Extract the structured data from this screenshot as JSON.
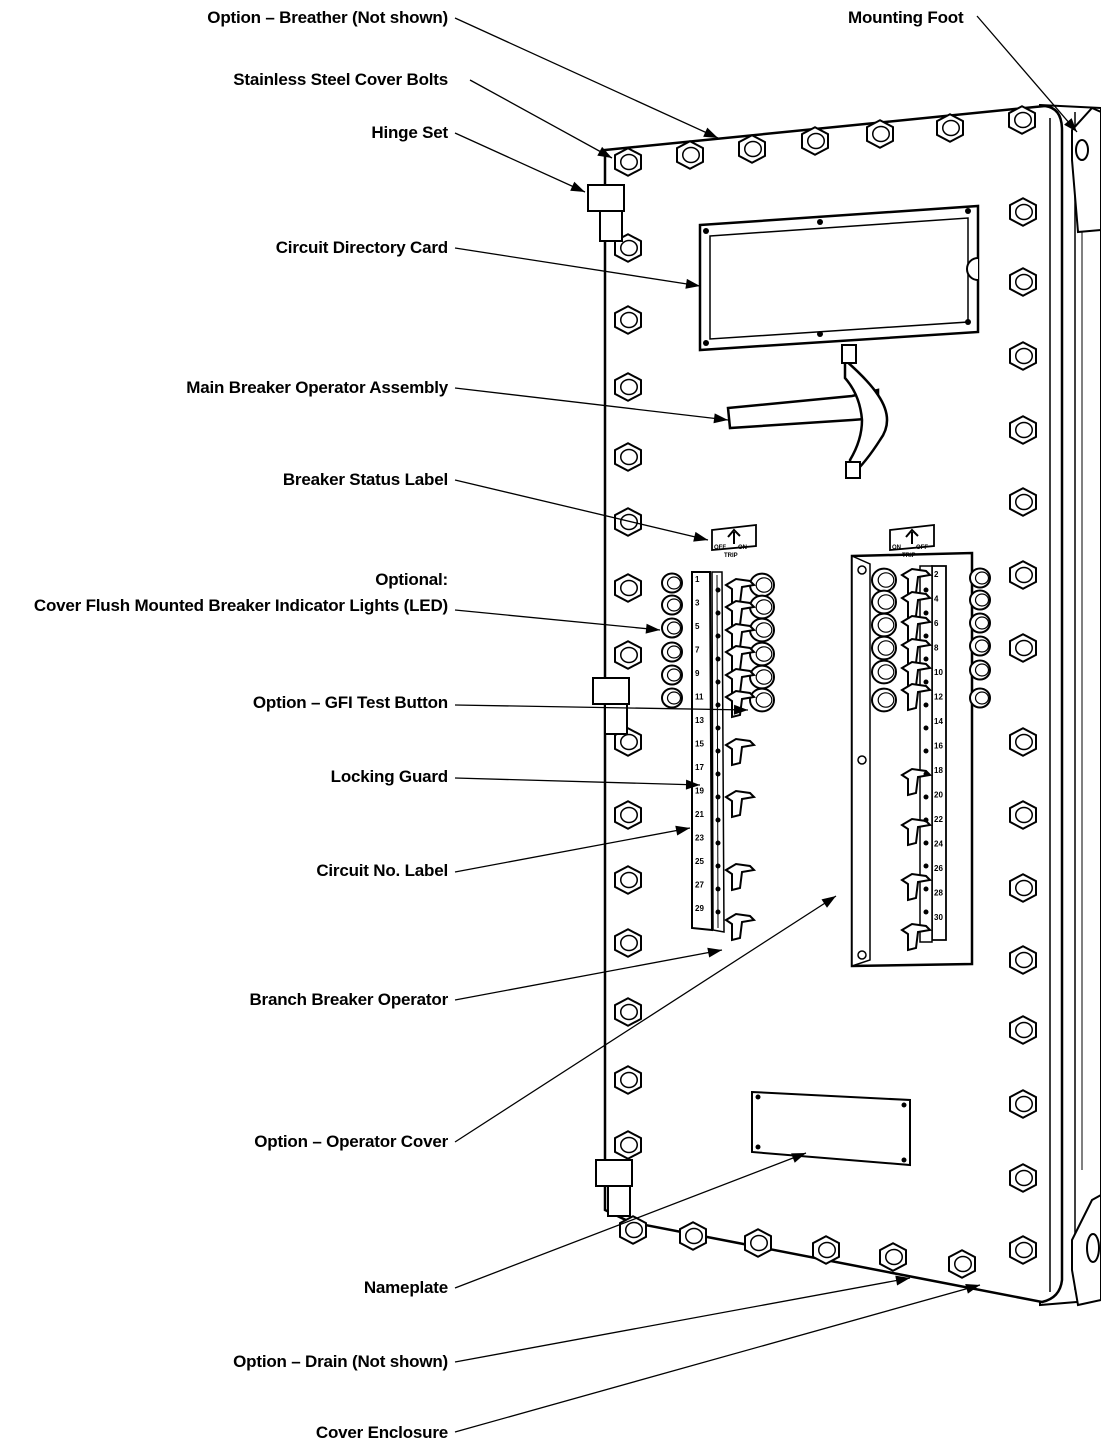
{
  "labels": {
    "breather": "Option – Breather (Not shown)",
    "cover_bolts": "Stainless Steel Cover Bolts",
    "hinge_set": "Hinge Set",
    "directory_card": "Circuit Directory Card",
    "main_breaker": "Main Breaker Operator Assembly",
    "status_label": "Breaker Status Label",
    "optional_heading": "Optional:",
    "indicator_lights": "Cover Flush Mounted Breaker Indicator Lights (LED)",
    "gfi_button": "Option – GFI Test Button",
    "locking_guard": "Locking Guard",
    "circuit_label": "Circuit No. Label",
    "branch_breaker": "Branch Breaker Operator",
    "operator_cover": "Option – Operator Cover",
    "nameplate": "Nameplate",
    "drain": "Option – Drain (Not shown)",
    "cover_enclosure": "Cover Enclosure",
    "mounting_foot": "Mounting Foot"
  },
  "circuits": {
    "left": [
      "1",
      "3",
      "5",
      "7",
      "9",
      "11",
      "13",
      "15",
      "17",
      "19",
      "21",
      "23",
      "25",
      "27",
      "29"
    ],
    "right": [
      "2",
      "4",
      "6",
      "8",
      "10",
      "12",
      "14",
      "16",
      "18",
      "20",
      "22",
      "24",
      "26",
      "28",
      "30"
    ]
  },
  "status_text": {
    "off": "OFF",
    "trip": "TRIP",
    "on": "ON"
  }
}
